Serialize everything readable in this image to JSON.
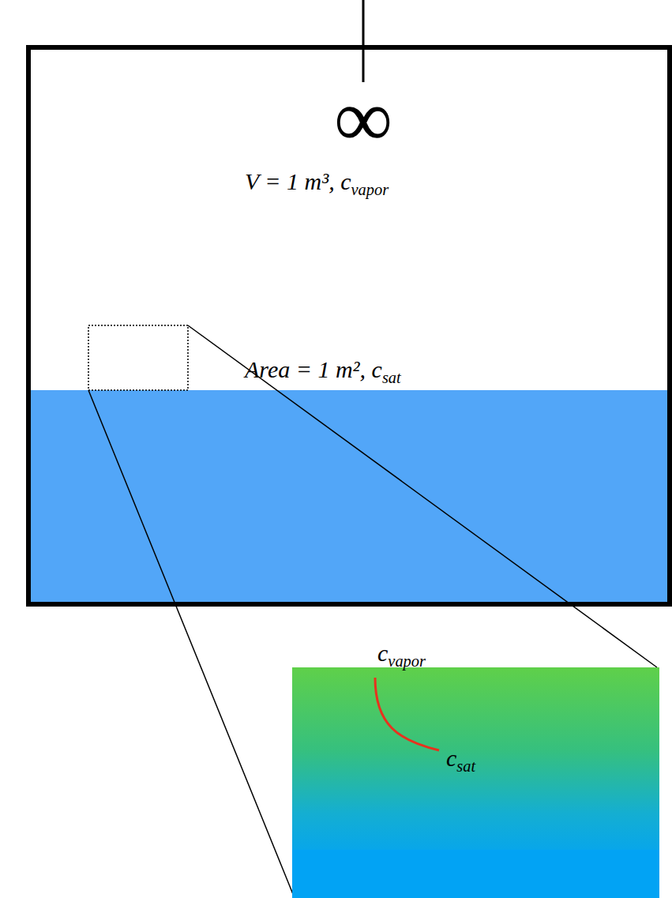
{
  "diagram": {
    "nodes": [
      {
        "text": [
          "∞",
          "V = 1 m³, cvapor",
          "Area = 1 m², csat"
        ]
      },
      {
        "text": [
          "cvapor",
          "csat"
        ]
      }
    ]
  }
}
